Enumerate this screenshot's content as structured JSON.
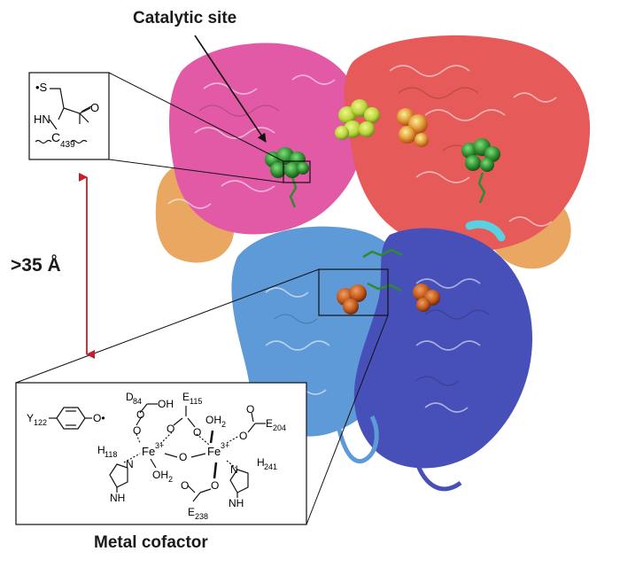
{
  "labels": {
    "catalytic_site": "Catalytic site",
    "metal_cofactor": "Metal cofactor",
    "distance": ">35 Å"
  },
  "inset_top": {
    "s_radical": "•S",
    "hn": "HN",
    "o": "O",
    "residue": "C",
    "residue_num": "439"
  },
  "inset_bottom": {
    "tyr": "Y",
    "tyr_num": "122",
    "tyr_radical": "O•",
    "d": "D",
    "d_num": "84",
    "oh": "OH",
    "e115": "E",
    "e115_num": "115",
    "fe": "Fe",
    "fe_charge": "3+",
    "oh2_right": "OH",
    "oh2_right_sub": "2",
    "e204": "E",
    "e204_num": "204",
    "h118": "H",
    "h118_num": "118",
    "oh2_left": "OH",
    "oh2_left_sub": "2",
    "h241": "H",
    "h241_num": "241",
    "nh": "NH",
    "h": "H",
    "e238": "E",
    "e238_num": "238",
    "o": "O",
    "n": "N"
  },
  "colors": {
    "pink": "#e25aa6",
    "salmon": "#e65a5a",
    "orange": "#e8a25a",
    "lightblue": "#5f9ad8",
    "darkblue": "#4650b8",
    "cyan": "#5ad0e0",
    "ligand_green": "#2e8b2e",
    "ligand_yellow": "#b8d43a",
    "iron_orange": "#c0561a",
    "arrow_red": "#c41e28"
  }
}
